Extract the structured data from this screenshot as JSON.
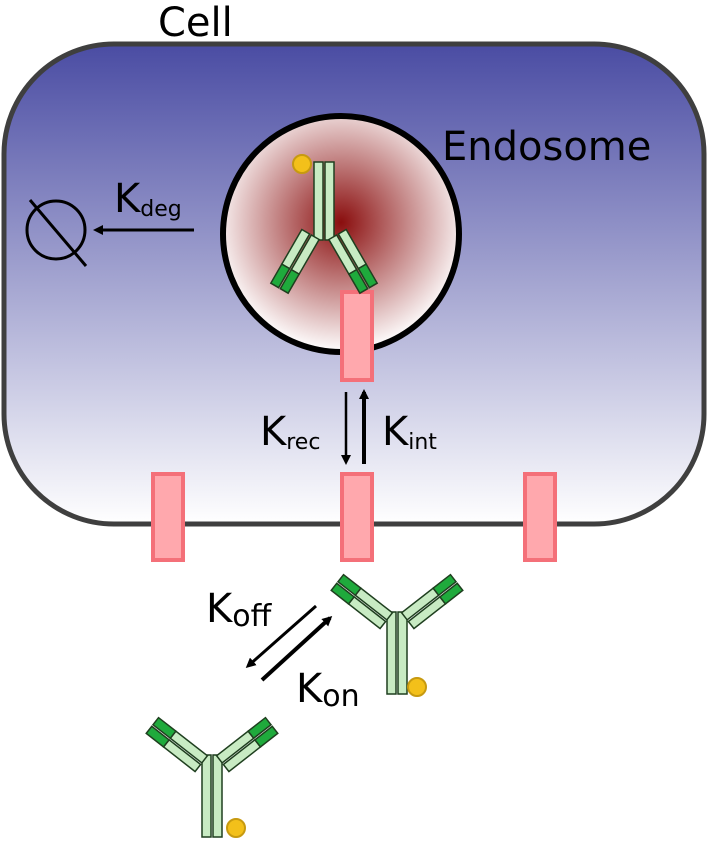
{
  "labels": {
    "cell": "Cell",
    "endosome": "Endosome",
    "k_deg_main": "K",
    "k_deg_sub": "deg",
    "k_rec_main": "K",
    "k_rec_sub": "rec",
    "k_int_main": "K",
    "k_int_sub": "int",
    "k_off_main": "K",
    "k_off_sub": "off",
    "k_on_main": "K",
    "k_on_sub": "on"
  },
  "colors": {
    "cell_top": "#4a4ca3",
    "cell_bottom": "#ffffff",
    "cell_border": "#3f3f3f",
    "endosome_center": "#8a0e0e",
    "endosome_edge": "#ffffff",
    "receptor_fill": "#ffa8ad",
    "receptor_stroke": "#f47079",
    "antibody_light": "#c8ebc3",
    "antibody_dark": "#1faa3c",
    "antibody_stroke": "#1f3f1f",
    "drug_fill": "#f3c01a",
    "drug_stroke": "#c79a10"
  },
  "icons": {
    "degradation": "empty-set-icon",
    "antibody": "antibody-icon",
    "receptor": "receptor-icon",
    "payload": "payload-dot-icon"
  }
}
